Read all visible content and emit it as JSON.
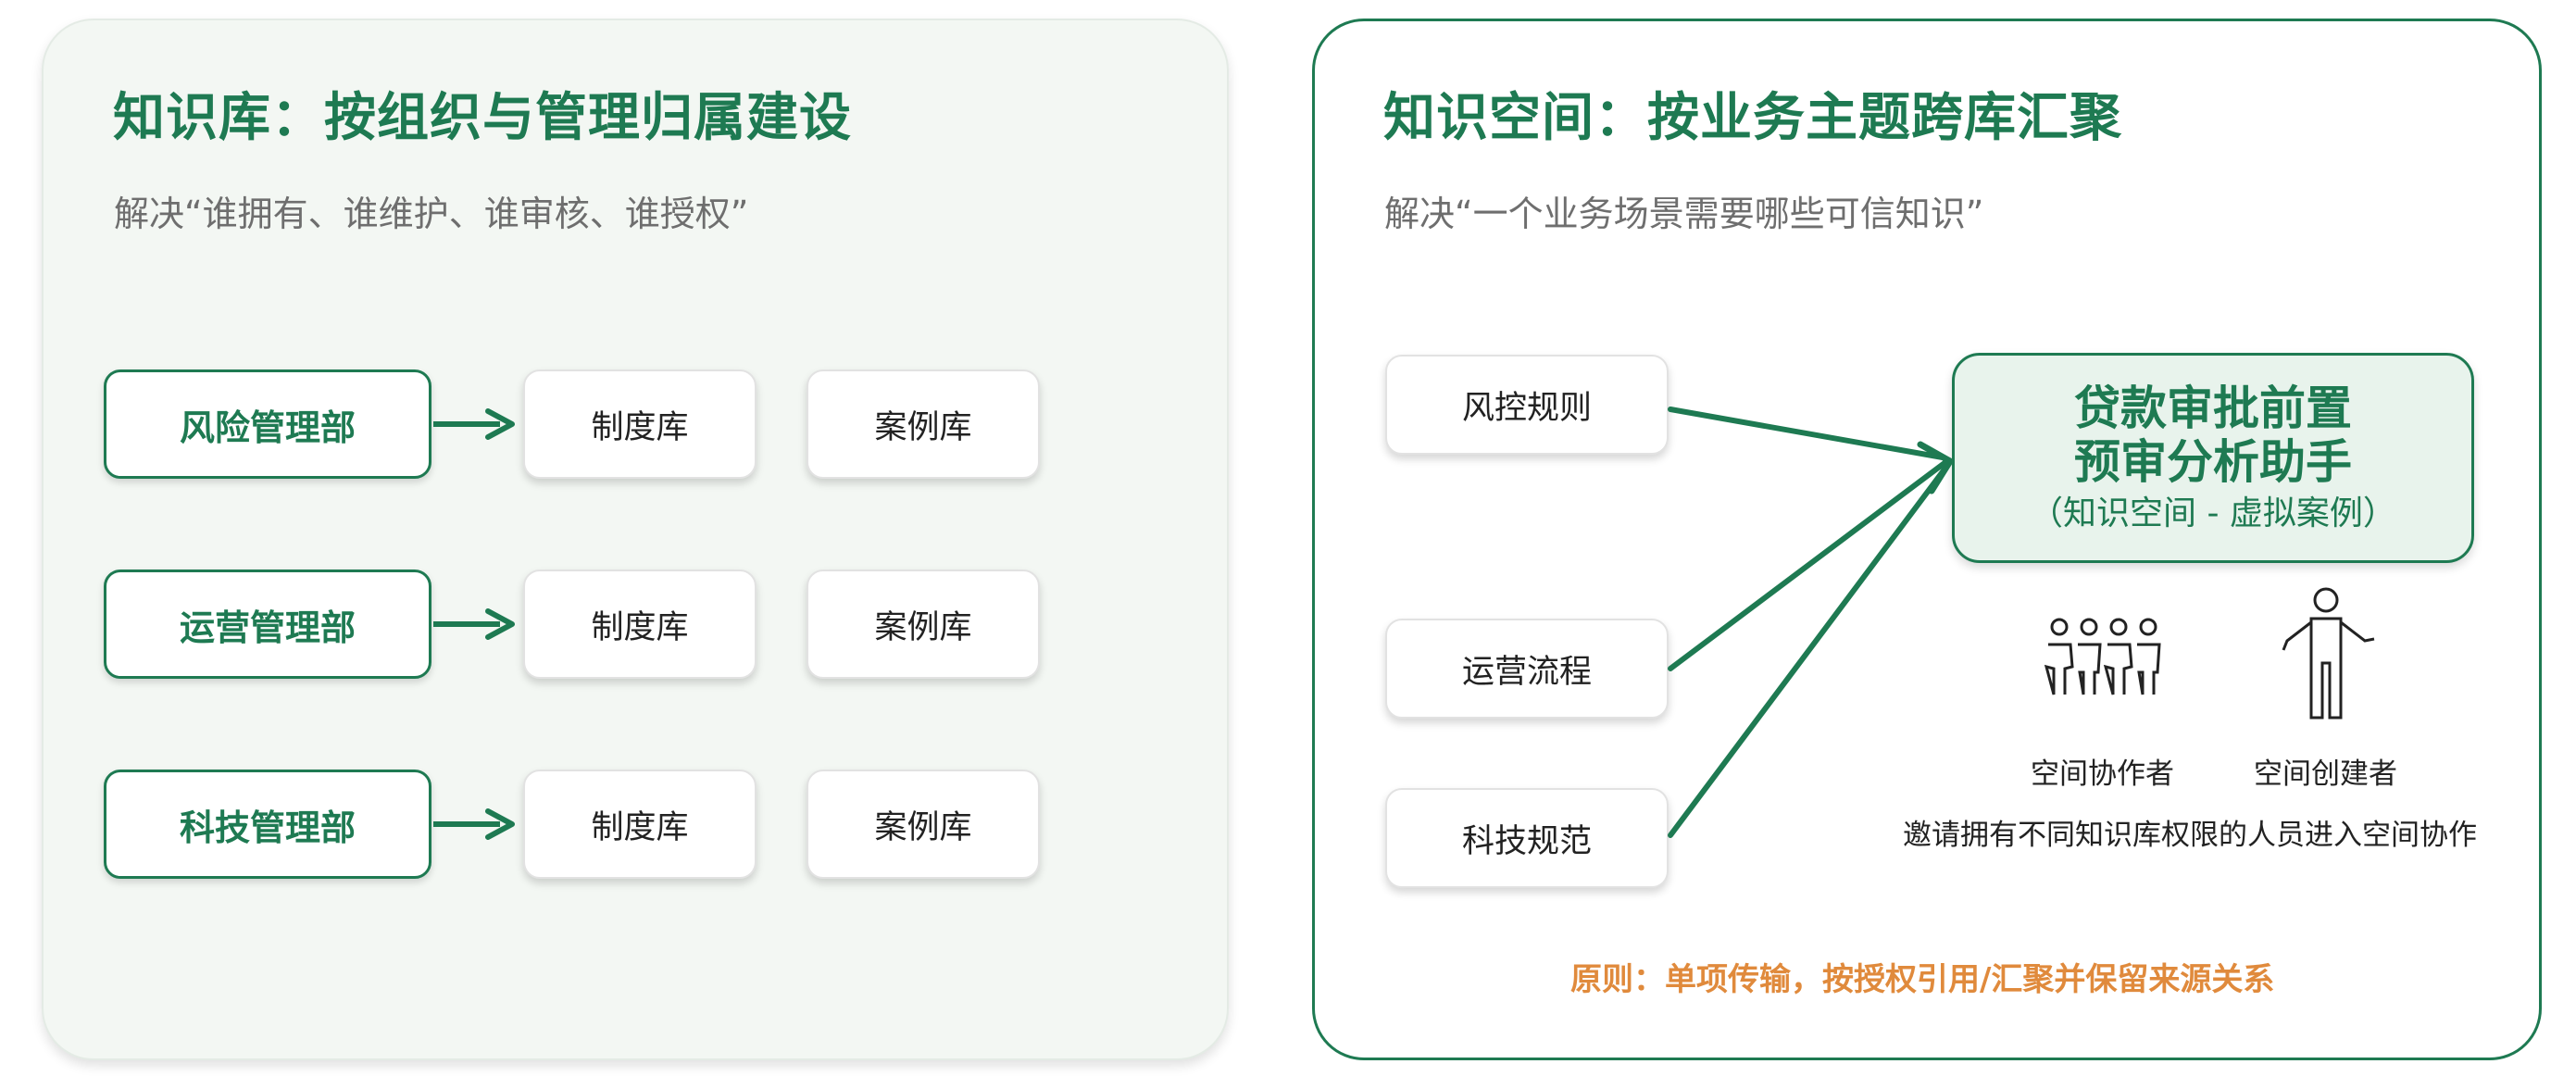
{
  "left_panel": {
    "title": "知识库：按组织与管理归属建设",
    "subtitle": "解决“谁拥有、谁维护、谁审核、谁授权”",
    "rows": [
      {
        "department": "风险管理部",
        "libraries": [
          "制度库",
          "案例库"
        ]
      },
      {
        "department": "运营管理部",
        "libraries": [
          "制度库",
          "案例库"
        ]
      },
      {
        "department": "科技管理部",
        "libraries": [
          "制度库",
          "案例库"
        ]
      }
    ]
  },
  "right_panel": {
    "title": "知识空间：按业务主题跨库汇聚",
    "subtitle": "解决“一个业务场景需要哪些可信知识”",
    "sources": [
      "风控规则",
      "运营流程",
      "科技规范"
    ],
    "target": {
      "line1": "贷款审批前置",
      "line2": "预审分析助手",
      "line3": "（知识空间 - 虚拟案例）"
    },
    "roles": [
      {
        "label": "空间协作者",
        "icon": "collaborators-icon"
      },
      {
        "label": "空间创建者",
        "icon": "creator-icon"
      }
    ],
    "invite_text": "邀请拥有不同知识库权限的人员进入空间协作",
    "principle": "原则：单项传输，按授权引用/汇聚并保留来源关系"
  },
  "colors": {
    "primary_green": "#1e7a52",
    "light_green_bg": "#f3f7f3",
    "target_fill": "#e8f3ec",
    "principle_orange": "#e08a3c"
  }
}
